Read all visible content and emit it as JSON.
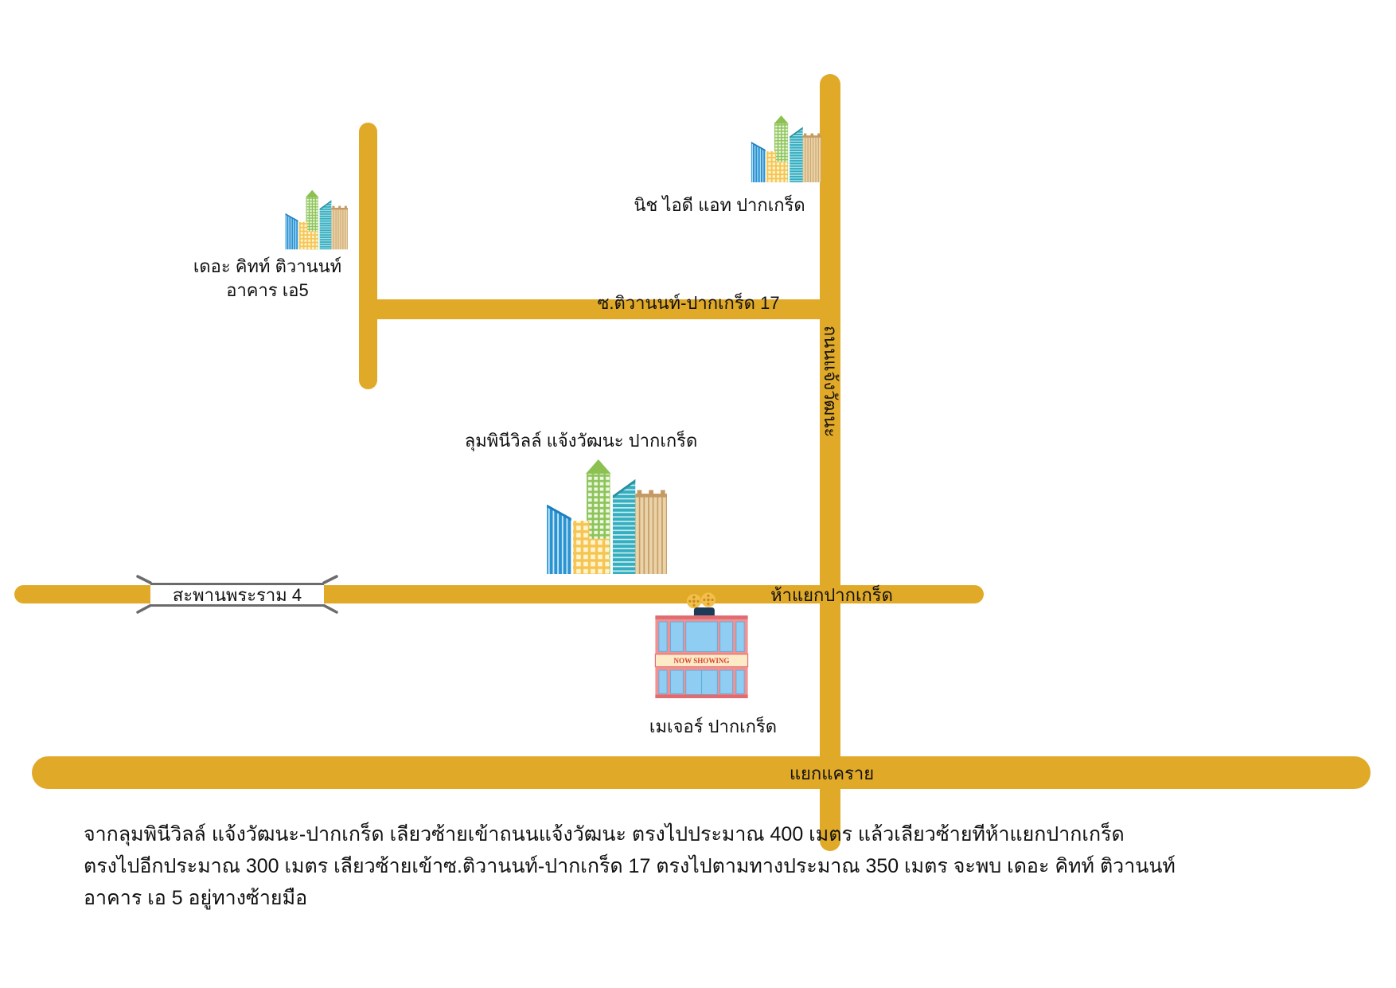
{
  "colors": {
    "road": "#e1a928",
    "bridge_outline": "#6b6b6b",
    "text": "#111111",
    "background": "#ffffff"
  },
  "roads": {
    "chaengwattana": {
      "label": "ถนนแจ้งวัฒนะ"
    },
    "soi_17": {
      "label": "ซ.ติวานนท์-ปากเกร็ด 17"
    },
    "rama4_bridge": {
      "label": "สะพานพระราม 4"
    },
    "pak_kret_5_way": {
      "label": "ห้าแยกปากเกร็ด"
    },
    "khae_rai": {
      "label": "แยกแคราย"
    }
  },
  "places": {
    "niche_id": {
      "label": "นิช ไอดี แอท ปากเกร็ด",
      "icon": "city-buildings-icon"
    },
    "the_kith": {
      "label_lines": [
        "เดอะ คิทท์ ติวานนท์",
        "อาคาร เอ5"
      ],
      "icon": "city-buildings-icon"
    },
    "lumpini": {
      "label": "ลุมพินีวิลล์ แจ้งวัฒนะ ปากเกร็ด",
      "icon": "city-buildings-icon"
    },
    "major": {
      "label": "เมเจอร์ ปากเกร็ด",
      "icon": "cinema-icon",
      "sign": "NOW SHOWING"
    }
  },
  "directions": {
    "lines": [
      "จากลุมพินีวิลล์ แจ้งวัฒนะ-ปากเกร็ด เลียวซ้ายเข้าถนนแจ้งวัฒนะ ตรงไปประมาณ 400 เมตร แล้วเลียวซ้ายทีห้าแยกปากเกร็ด",
      "ตรงไปอีกประมาณ 300 เมตร เลียวซ้ายเข้าซ.ติวานนท์-ปากเกร็ด 17 ตรงไปตามทางประมาณ 350 เมตร จะพบ เดอะ คิทท์ ติวานนท์",
      "อาคาร เอ 5 อยู่ทางซ้ายมือ"
    ]
  }
}
